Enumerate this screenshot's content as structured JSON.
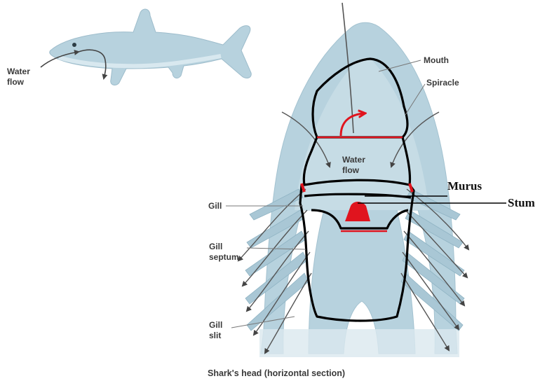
{
  "labels": {
    "water_flow_left_line1": "Water",
    "water_flow_left_line2": "flow",
    "mouth": "Mouth",
    "spiracle": "Spiracle",
    "water_flow_center_line1": "Water",
    "water_flow_center_line2": "flow",
    "murus": "Murus",
    "stum": "Stum",
    "gill": "Gill",
    "gill_septum_line1": "Gill",
    "gill_septum_line2": "septum",
    "gill_slit_line1": "Gill",
    "gill_slit_line2": "slit",
    "caption": "Shark's head (horizontal section)"
  },
  "colors": {
    "tissue": "#b7d2de",
    "tissue_light": "#d4e5ec",
    "annotation_black": "#000000",
    "annotation_red": "#e0141e",
    "arrow": "#555555",
    "leader": "#777777"
  }
}
